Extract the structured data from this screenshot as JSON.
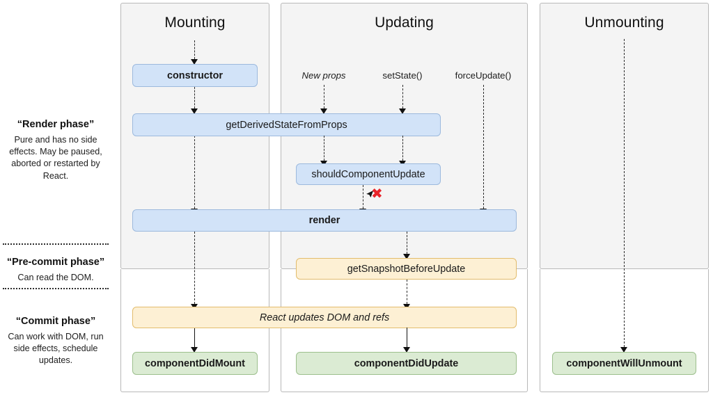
{
  "diagram": {
    "title": "React component lifecycle diagram",
    "legend": [
      {
        "id": "render-phase",
        "title": "“Render phase”",
        "description": "Pure and has no side effects. May be paused, aborted or restarted by React."
      },
      {
        "id": "pre-commit-phase",
        "title": "“Pre-commit phase”",
        "description": "Can read the DOM."
      },
      {
        "id": "commit-phase",
        "title": "“Commit phase”",
        "description": "Can work with DOM, run side effects, schedule updates."
      }
    ],
    "columns": [
      {
        "id": "mounting",
        "heading": "Mounting"
      },
      {
        "id": "updating",
        "heading": "Updating"
      },
      {
        "id": "unmounting",
        "heading": "Unmounting"
      }
    ],
    "triggers": [
      {
        "id": "new-props",
        "label": "New props",
        "style": "italic"
      },
      {
        "id": "set-state",
        "label": "setState()",
        "style": "normal"
      },
      {
        "id": "force-update",
        "label": "forceUpdate()",
        "style": "normal"
      }
    ],
    "nodes": [
      {
        "id": "constructor",
        "label": "constructor",
        "color": "blue",
        "weight": "bold"
      },
      {
        "id": "get-derived-state-from-props",
        "label": "getDerivedStateFromProps",
        "color": "blue",
        "weight": "normal"
      },
      {
        "id": "should-component-update",
        "label": "shouldComponentUpdate",
        "color": "blue",
        "weight": "normal"
      },
      {
        "id": "render",
        "label": "render",
        "color": "blue",
        "weight": "bold"
      },
      {
        "id": "get-snapshot-before-update",
        "label": "getSnapshotBeforeUpdate",
        "color": "yellow",
        "weight": "normal"
      },
      {
        "id": "react-updates-dom-and-refs",
        "label": "React updates DOM and refs",
        "color": "yellow",
        "weight": "italic"
      },
      {
        "id": "component-did-mount",
        "label": "componentDidMount",
        "color": "green",
        "weight": "bold"
      },
      {
        "id": "component-did-update",
        "label": "componentDidUpdate",
        "color": "green",
        "weight": "bold"
      },
      {
        "id": "component-will-unmount",
        "label": "componentWillUnmount",
        "color": "green",
        "weight": "bold"
      }
    ],
    "annotations": [
      {
        "id": "skip-render-marker",
        "symbol": "✖",
        "meaning": "shouldComponentUpdate returning false skips render"
      }
    ],
    "colors": {
      "blue_fill": "#d2e3f8",
      "blue_border": "#9cb9dd",
      "yellow_fill": "#fdf0d4",
      "yellow_border": "#e2bc6c",
      "green_fill": "#dbebd3",
      "green_border": "#9cbf8c",
      "panel_fill": "#f4f4f4",
      "panel_border": "#b8b8b8",
      "accent_red": "#e8242a"
    }
  }
}
